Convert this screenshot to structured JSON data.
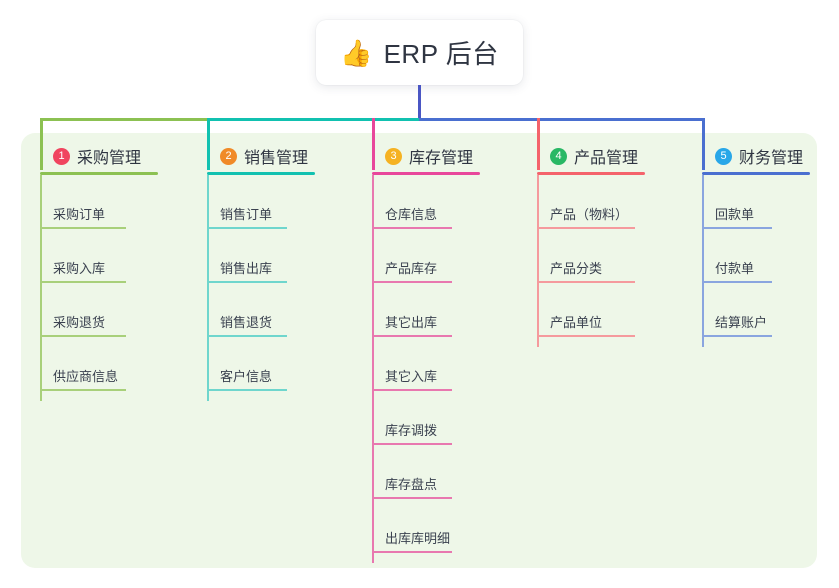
{
  "root": {
    "icon": "thumbs-up-icon",
    "emoji": "👍",
    "title": "ERP 后台"
  },
  "palette": {
    "panel_bg": "#eef7e8",
    "page_bg": "#ffffff",
    "text": "#2f3542",
    "leaf_text": "#3b4250",
    "trunk": "#4a56c4"
  },
  "columns": [
    {
      "index": "1",
      "title": "采购管理",
      "badge_color": "#f0455f",
      "line_color": "#8cc152",
      "leaf_line_color": "#a8d07a",
      "items": [
        {
          "label": "采购订单"
        },
        {
          "label": "采购入库"
        },
        {
          "label": "采购退货"
        },
        {
          "label": "供应商信息"
        }
      ]
    },
    {
      "index": "2",
      "title": "销售管理",
      "badge_color": "#f08a28",
      "line_color": "#11c1b0",
      "leaf_line_color": "#6fd6cd",
      "items": [
        {
          "label": "销售订单"
        },
        {
          "label": "销售出库"
        },
        {
          "label": "销售退货"
        },
        {
          "label": "客户信息"
        }
      ]
    },
    {
      "index": "3",
      "title": "库存管理",
      "badge_color": "#f5b222",
      "line_color": "#e8479b",
      "leaf_line_color": "#e878af",
      "items": [
        {
          "label": "仓库信息"
        },
        {
          "label": "产品库存"
        },
        {
          "label": "其它出库"
        },
        {
          "label": "其它入库"
        },
        {
          "label": "库存调拨"
        },
        {
          "label": "库存盘点"
        },
        {
          "label": "出库库明细"
        }
      ]
    },
    {
      "index": "4",
      "title": "产品管理",
      "badge_color": "#29b865",
      "line_color": "#f4636b",
      "leaf_line_color": "#f59a9d",
      "items": [
        {
          "label": "产品（物料）"
        },
        {
          "label": "产品分类"
        },
        {
          "label": "产品单位"
        }
      ]
    },
    {
      "index": "5",
      "title": "财务管理",
      "badge_color": "#29a7e8",
      "line_color": "#4a6fd0",
      "leaf_line_color": "#8aa5df",
      "items": [
        {
          "label": "回款单"
        },
        {
          "label": "付款单"
        },
        {
          "label": "结算账户"
        }
      ]
    }
  ]
}
